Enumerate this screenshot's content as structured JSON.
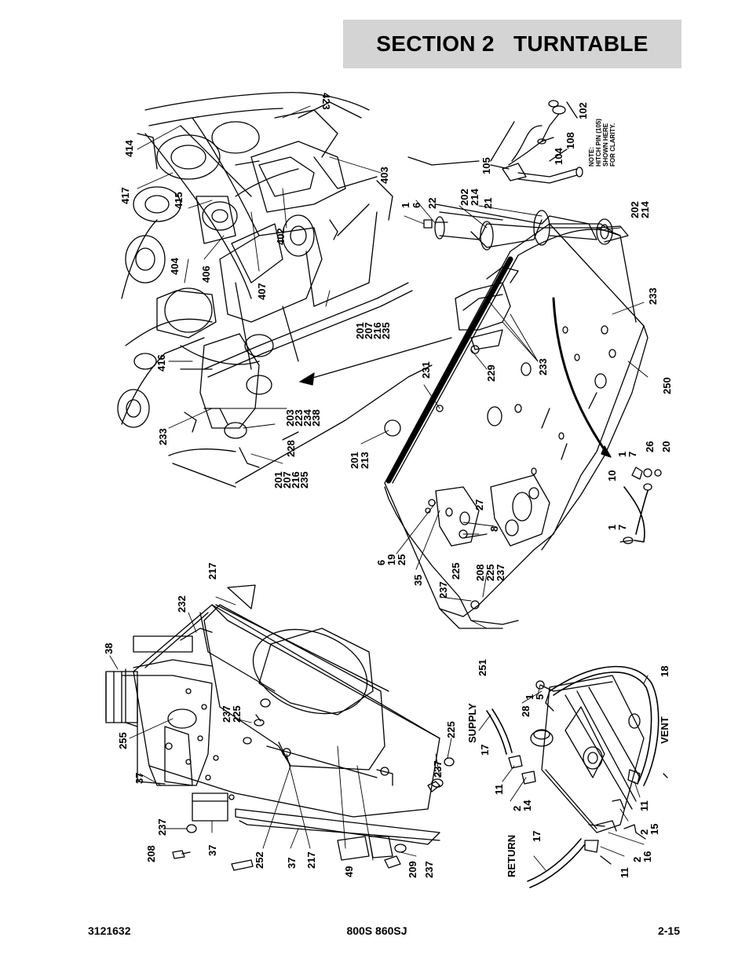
{
  "header": {
    "title": "SECTION 2   TURNTABLE"
  },
  "footer": {
    "left": "3121632",
    "center": "800S 860SJ",
    "right": "2-15"
  },
  "callouts": {
    "top_left": [
      "423",
      "414",
      "417",
      "415",
      "404",
      "406",
      "407",
      "402",
      "403",
      "416",
      "233",
      "203\n223\n234\n238",
      "228",
      "201\n207\n216\n235",
      "201\n207\n216\n235"
    ],
    "hitch": [
      "102",
      "108",
      "104",
      "105"
    ],
    "hitch_note": [
      "NOTE:",
      "HITCH PIN (105)",
      "SHOWN HERE",
      "FOR CLARITY."
    ],
    "frame": [
      "1\n6",
      "22",
      "202\n214",
      "21",
      "202\n214",
      "233",
      "233",
      "229",
      "231",
      "250",
      "201\n213",
      "10",
      "1\n7",
      "26",
      "20",
      "1\n7",
      "27",
      "8",
      "6\n19\n25",
      "35",
      "225",
      "208\n225\n237",
      "237",
      "251"
    ],
    "lower_left": [
      "217",
      "232",
      "38",
      "255",
      "237\n225",
      "37",
      "237",
      "208",
      "37",
      "252",
      "37",
      "217",
      "49",
      "209",
      "237",
      "225",
      "237"
    ],
    "lower_right": [
      "1\n5",
      "28",
      "18",
      "SUPPLY",
      "17",
      "VENT",
      "11",
      "2\n14",
      "11",
      "2\n15",
      "RETURN",
      "17",
      "11",
      "2\n16"
    ]
  }
}
